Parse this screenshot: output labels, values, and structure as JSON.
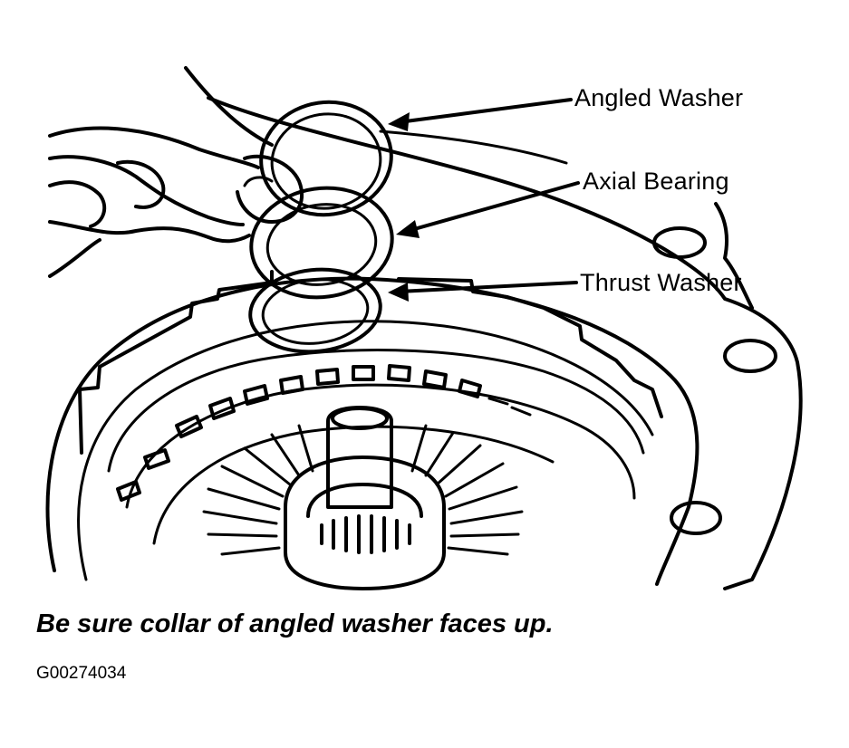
{
  "callouts": {
    "angled_washer": "Angled Washer",
    "axial_bearing": "Axial Bearing",
    "thrust_washer": "Thrust Washer"
  },
  "caption": "Be sure collar of angled washer faces up.",
  "figure_id": "G00274034",
  "colors": {
    "ink": "#000000",
    "paper": "#ffffff"
  },
  "icons": [
    "hand-illustration",
    "washer-ring",
    "bearing-ring",
    "transmission-housing",
    "output-shaft"
  ]
}
